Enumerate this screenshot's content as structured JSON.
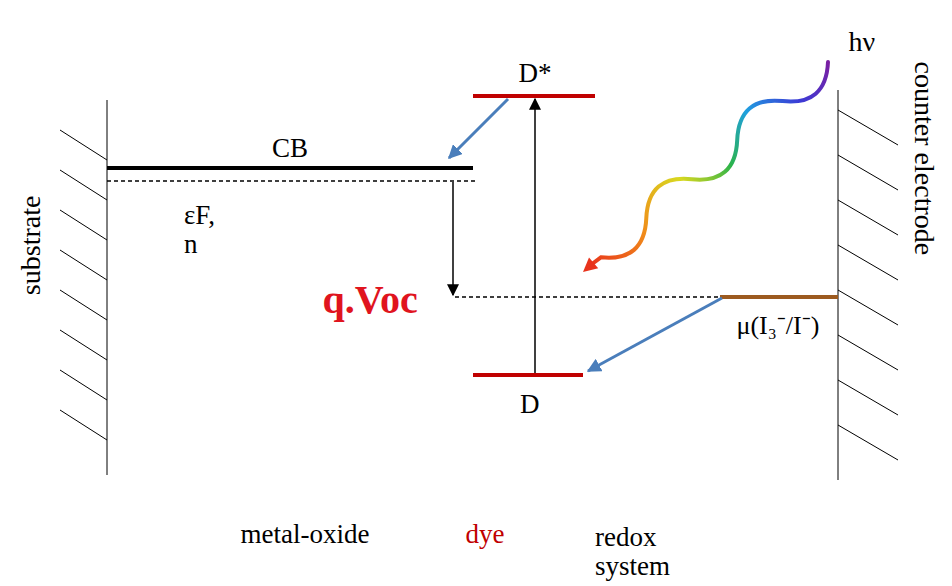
{
  "diagram": {
    "labels": [
      "substrate",
      "counter electrode",
      "hν",
      "D*",
      "CB",
      "εF, n",
      "q.Voc",
      "D",
      "μ(I₃⁻/I⁻)",
      "metal-oxide",
      "dye",
      "redox system"
    ]
  }
}
